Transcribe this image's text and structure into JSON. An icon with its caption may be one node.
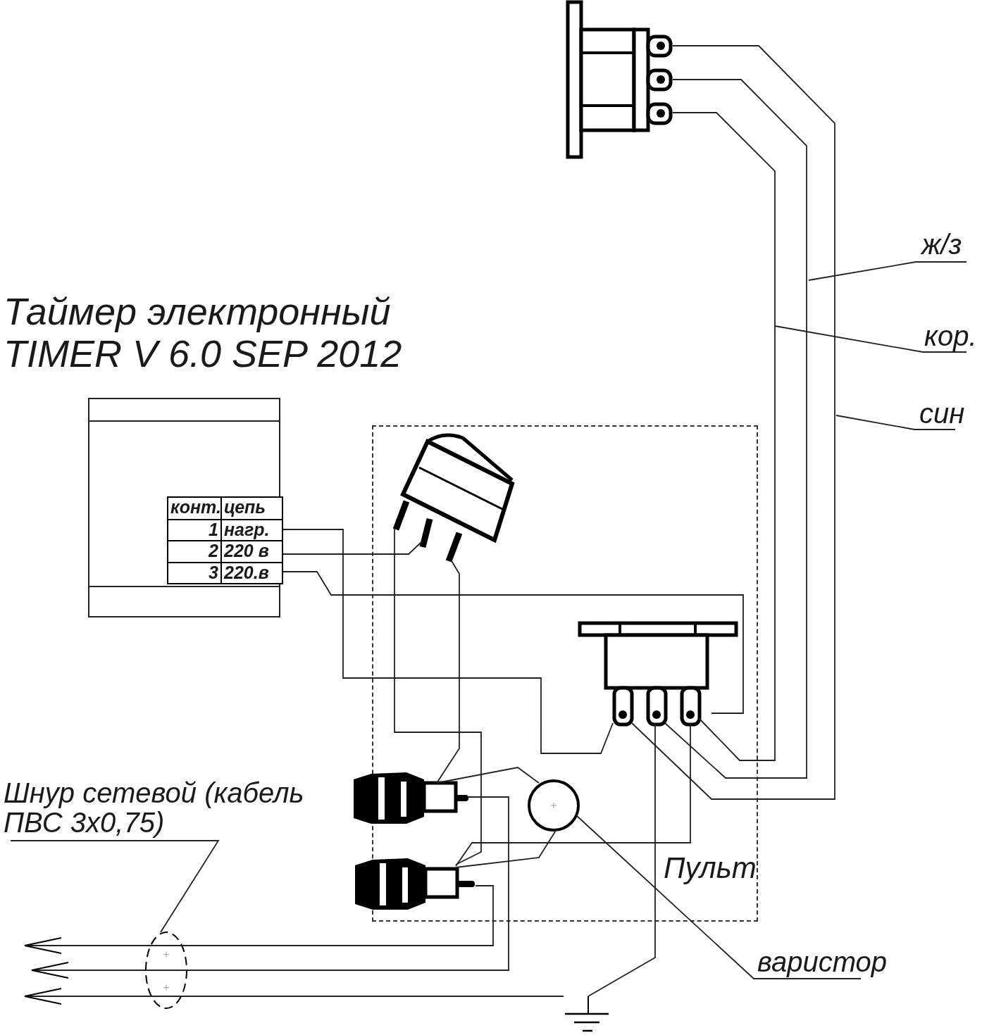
{
  "diagram": {
    "title": "Таймер электронный TIMER V 6.0 SEP 2012",
    "nodes": [
      {
        "text": [],
        "shape": "picture"
      },
      {
        "text": [],
        "shape": "box"
      },
      {
        "text": [
          "Пульт"
        ]
      },
      {
        "text": [],
        "shape": "picture",
        "in": 2
      },
      {
        "text": [],
        "shape": "picture",
        "in": 2
      },
      {
        "text": [],
        "shape": "circle",
        "in": 2
      },
      {
        "text": [],
        "shape": "picture",
        "in": 2
      },
      {
        "text": [],
        "shape": "picture",
        "in": 2
      },
      {
        "text": [],
        "shape": "circle"
      },
      {
        "text": [],
        "shape": "picture"
      },
      {
        "text": [
          "Шнур сетевой (кабель ПВС 3х0,75)"
        ]
      },
      {
        "text": [
          "варистор"
        ]
      },
      {
        "text": [
          "ж/з"
        ]
      },
      {
        "text": [
          "кор."
        ]
      },
      {
        "text": [
          "син"
        ]
      }
    ],
    "edges": [
      {
        "from": 0,
        "to": 4,
        "arrow": "none"
      },
      {
        "from": 0,
        "to": 4,
        "arrow": "none"
      },
      {
        "from": 0,
        "to": 4,
        "arrow": "none"
      },
      {
        "from": 1,
        "to": 4,
        "arrow": "none"
      },
      {
        "from": 1,
        "to": 3,
        "arrow": "none"
      },
      {
        "from": 1,
        "to": 4,
        "arrow": "none"
      },
      {
        "from": 3,
        "to": 7,
        "arrow": "none"
      },
      {
        "from": 3,
        "to": 6,
        "arrow": "none"
      },
      {
        "from": 6,
        "to": 5,
        "arrow": "none"
      },
      {
        "from": 7,
        "to": 5,
        "arrow": "none"
      },
      {
        "from": 7,
        "to": 4,
        "arrow": "none"
      },
      {
        "from": 4,
        "to": 9,
        "arrow": "none"
      },
      {
        "from": 6,
        "to": null,
        "arrow": "to"
      },
      {
        "from": 7,
        "to": null,
        "arrow": "to"
      },
      {
        "from": 9,
        "to": null,
        "arrow": "to"
      },
      {
        "from": 10,
        "to": 8,
        "arrow": "none"
      },
      {
        "from": 11,
        "to": 5,
        "arrow": "none"
      },
      {
        "from": 12,
        "to": null,
        "arrow": "none"
      },
      {
        "from": 13,
        "to": null,
        "arrow": "none"
      },
      {
        "from": 14,
        "to": null,
        "arrow": "none"
      }
    ],
    "labels": [
      "конт.",
      "цепь",
      "1",
      "нагр.",
      "2",
      "220 в",
      "3",
      "220.в"
    ]
  }
}
